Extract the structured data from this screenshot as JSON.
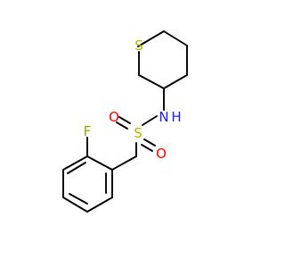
{
  "molecule": {
    "atoms": {
      "sulfur_ring": {
        "symbol": "S",
        "color": "#b5b500"
      },
      "nitrogen": {
        "symbol": "N",
        "color": "#2020f0"
      },
      "hydrogen": {
        "symbol": "H",
        "color": "#2020f0"
      },
      "sulfur_sulfonyl": {
        "symbol": "S",
        "color": "#b5b500"
      },
      "oxygen_left": {
        "symbol": "O",
        "color": "#ff0000"
      },
      "oxygen_right": {
        "symbol": "O",
        "color": "#ff0000"
      },
      "fluorine": {
        "symbol": "F",
        "color": "#8fb000"
      }
    }
  }
}
